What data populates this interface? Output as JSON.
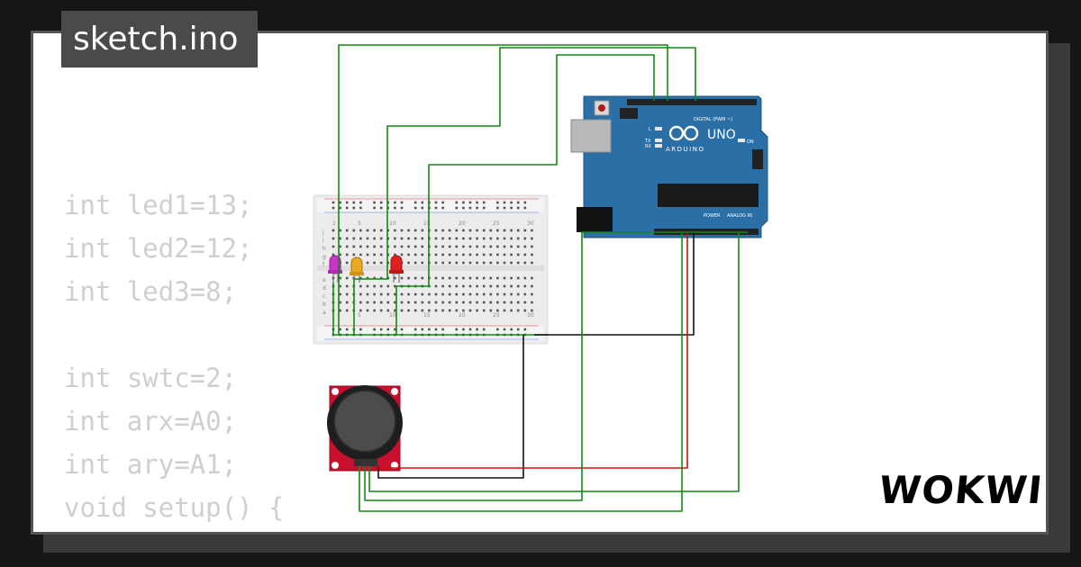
{
  "title": "sketch.ino",
  "brand": "WOKWI",
  "code_lines": [
    "int led1=13;",
    "int led2=12;",
    "int led3=8;",
    "",
    "int swtc=2;",
    "int arx=A0;",
    "int ary=A1;",
    "void setup() {"
  ],
  "board": {
    "name": "UNO",
    "vendor": "ARDUINO",
    "digital_label": "DIGITAL (PWM ~)",
    "power_label": "POWER",
    "analog_label": "ANALOG IN",
    "on_label": "ON",
    "l_label": "L",
    "tx_label": "TX",
    "rx_label": "RX"
  },
  "breadboard": {
    "column_numbers": [
      "1",
      "5",
      "10",
      "15",
      "20",
      "25",
      "30"
    ],
    "row_letters_top": [
      "j",
      "i",
      "h",
      "g",
      "f"
    ],
    "row_letters_bottom": [
      "e",
      "d",
      "c",
      "b",
      "a"
    ]
  },
  "leds": [
    {
      "color": "#cc33cc"
    },
    {
      "color": "#e8a820"
    },
    {
      "color": "#e02020"
    }
  ],
  "colors": {
    "wire_green": "#138a13",
    "wire_red": "#d01010",
    "wire_black": "#111111",
    "board_blue": "#2a6fa6",
    "joystick_red": "#c8102e"
  }
}
